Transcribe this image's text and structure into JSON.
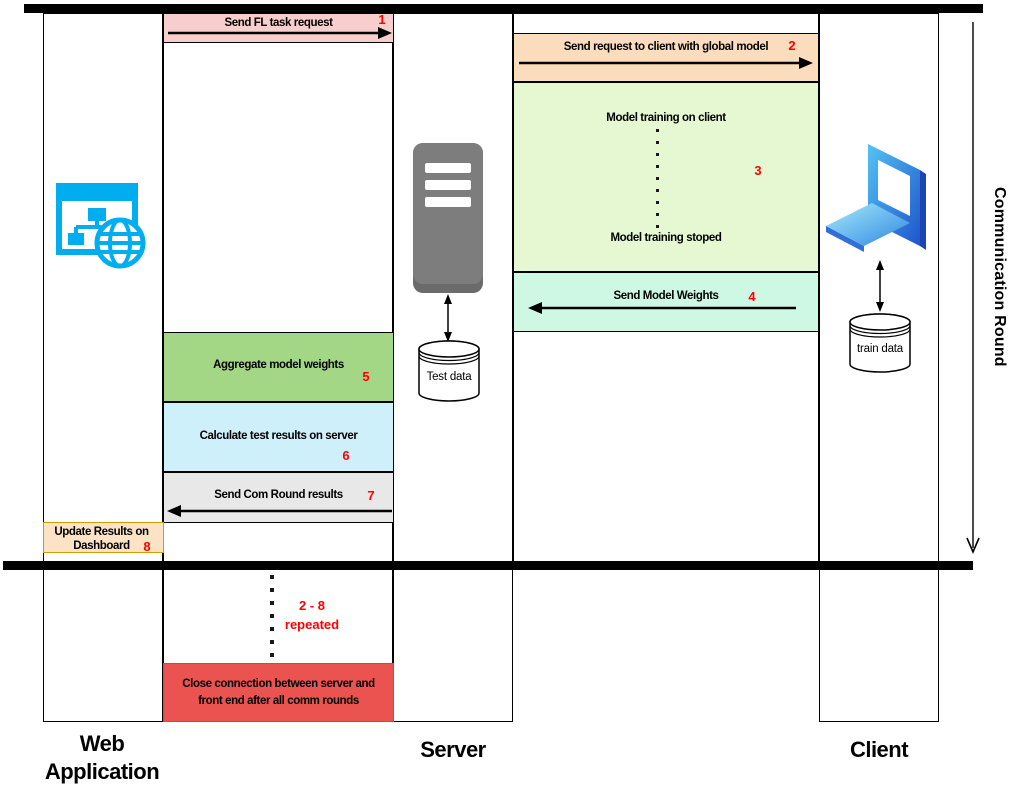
{
  "actors": {
    "web_app": "Web Application",
    "server": "Server",
    "client": "Client"
  },
  "side_label": "Communication Round",
  "steps": {
    "s1": {
      "num": "1",
      "label": "Send FL task request"
    },
    "s2": {
      "num": "2",
      "label": "Send request to client with global model"
    },
    "s3": {
      "num": "3",
      "label_start": "Model training on client",
      "label_end": "Model training stoped"
    },
    "s4": {
      "num": "4",
      "label": "Send Model Weights"
    },
    "s5": {
      "num": "5",
      "label": "Aggregate model weights"
    },
    "s6": {
      "num": "6",
      "label": "Calculate test results on server"
    },
    "s7": {
      "num": "7",
      "label": "Send Com Round results"
    },
    "s8": {
      "num": "8",
      "label": "Update Results on Dashboard"
    }
  },
  "loop_note": {
    "line1": "2 - 8",
    "line2": "repeated"
  },
  "close_note": "Close connection between server and front end after all comm rounds",
  "datastores": {
    "server_db": "Test data",
    "client_db": "train data"
  },
  "colors": {
    "pink": "#F8CECC",
    "peach": "#FBDCBC",
    "light_green": "#E6F8D1",
    "mint": "#CEF8E4",
    "green": "#A3D785",
    "cyan": "#CEF0FA",
    "gray": "#E8E8E8",
    "peach_light": "#FCE3C6",
    "orange_border": "#D79B00",
    "red_box": "#EA534F",
    "number_red": "#FF0000",
    "icon_blue": "#00AEEF",
    "server_gray": "#7D7D7D"
  }
}
